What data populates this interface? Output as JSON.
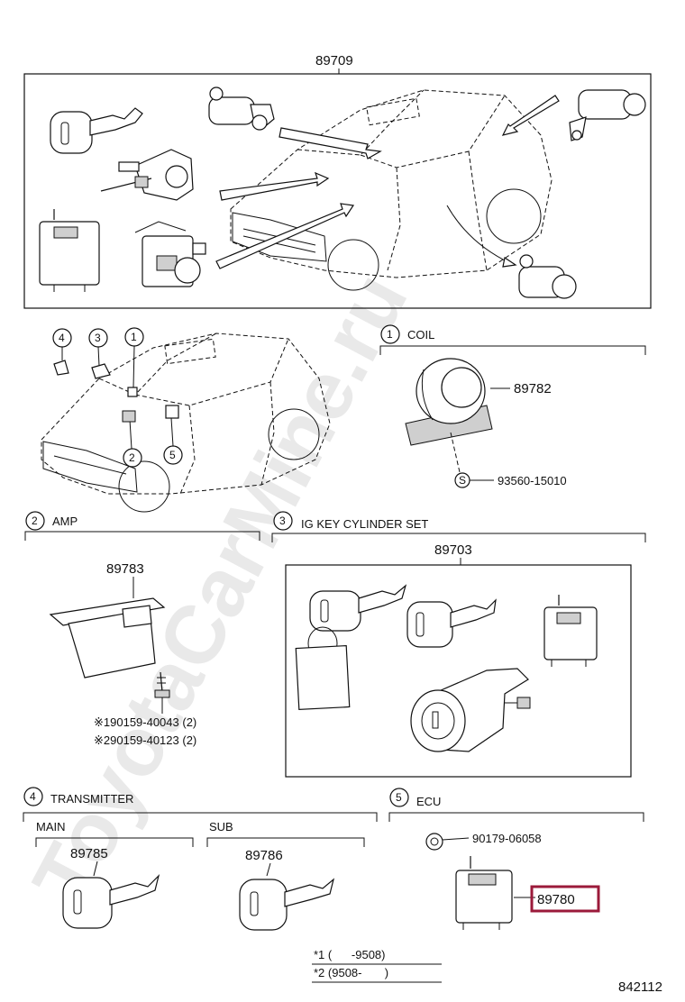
{
  "watermark": "ToyotaCarMine.ru",
  "top": {
    "part_no": "89709"
  },
  "callouts": [
    {
      "num": "4",
      "label": ""
    },
    {
      "num": "3",
      "label": ""
    },
    {
      "num": "1",
      "label": ""
    },
    {
      "num": "2",
      "label": ""
    },
    {
      "num": "5",
      "label": ""
    }
  ],
  "coil": {
    "num": "1",
    "title": "COIL",
    "part_no": "89782",
    "screw_symbol": "S",
    "screw_no": "93560-15010"
  },
  "amp": {
    "num": "2",
    "title": "AMP",
    "part_no": "89783",
    "screw_1": "※190159-40043 (2)",
    "screw_2": "※290159-40123 (2)"
  },
  "ig": {
    "num": "3",
    "title": "IG KEY CYLINDER SET",
    "part_no": "89703"
  },
  "transmitter": {
    "num": "4",
    "title": "TRANSMITTER",
    "main_label": "MAIN",
    "main_part": "89785",
    "sub_label": "SUB",
    "sub_part": "89786"
  },
  "ecu": {
    "num": "5",
    "title": "ECU",
    "nut_no": "90179-06058",
    "part_no": "89780"
  },
  "footnotes": {
    "line1": "*1 (      -9508)",
    "line2": "*2 (9508-       )"
  },
  "diagram_id": "842112"
}
